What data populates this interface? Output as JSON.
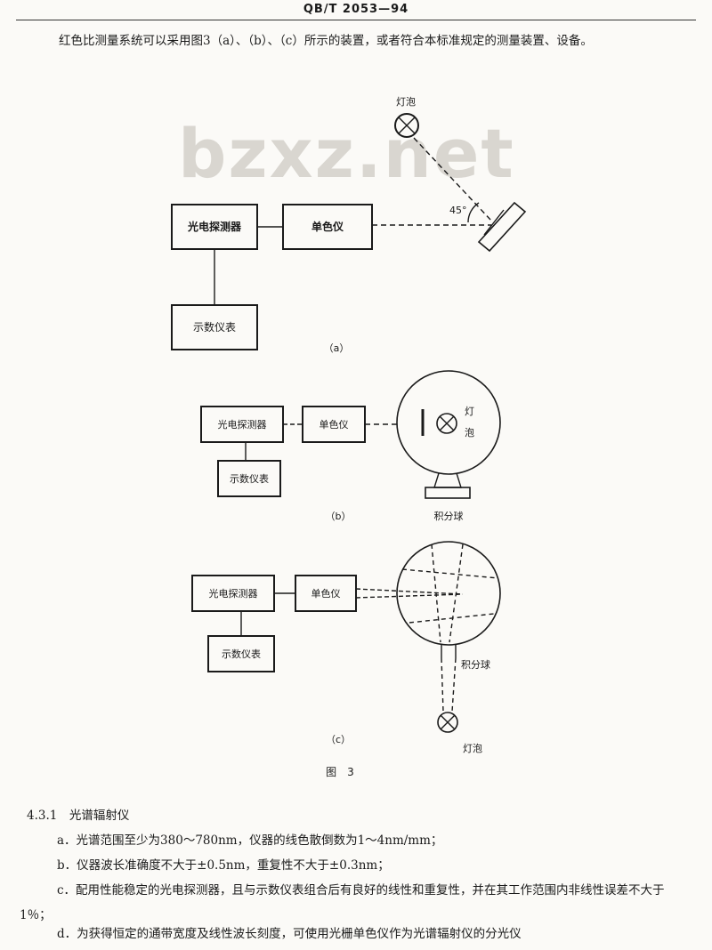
{
  "header": {
    "code": "QB/T 2053—94"
  },
  "intro": "红色比测量系统可以采用图3（a）、（b）、（c）所示的装置，或者符合本标准规定的测量装置、设备。",
  "watermark": "bzxz.net",
  "fig_a": {
    "lamp_label": "灯泡",
    "angle_label": "45°",
    "detector": "光电探测器",
    "mono": "单色仪",
    "meter": "示数仪表",
    "caption": "（a）"
  },
  "fig_b": {
    "detector": "光电探测器",
    "mono": "单色仪",
    "meter": "示数仪表",
    "lamp_label_1": "灯",
    "lamp_label_2": "泡",
    "sphere_label": "积分球",
    "caption": "（b）"
  },
  "fig_c": {
    "detector": "光电探测器",
    "mono": "单色仪",
    "meter": "示数仪表",
    "sphere_label": "积分球",
    "lamp_label": "灯泡",
    "caption": "（c）"
  },
  "figure_title": "图　3",
  "section": {
    "title": "4.3.1　光谱辐射仪",
    "a": "a．光谱范围至少为380～780nm，仪器的线色散倒数为1～4nm/mm；",
    "b": "b．仪器波长准确度不大于±0.5nm，重复性不大于±0.3nm；",
    "c": "c．配用性能稳定的光电探测器，且与示数仪表组合后有良好的线性和重复性，并在其工作范围内非线性误差不大于1％；",
    "d": "d．为获得恒定的通带宽度及线性波长刻度，可使用光栅单色仪作为光谱辐射仪的分光仪"
  }
}
